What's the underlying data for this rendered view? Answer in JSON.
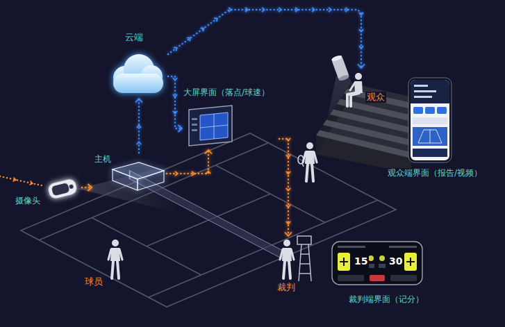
{
  "diagram": {
    "nodes": [
      {
        "text": [
          "云端"
        ]
      },
      {
        "text": [
          "大屏界面（落点/球速）"
        ]
      },
      {
        "text": [
          "主机"
        ]
      },
      {
        "text": [
          "摄像头"
        ]
      },
      {
        "text": [
          "观众"
        ]
      },
      {
        "text": [
          "观众端界面（报告/视频）"
        ]
      },
      {
        "text": [
          "球员"
        ]
      },
      {
        "text": [
          "裁判"
        ]
      },
      {
        "text": [
          "裁判端界面（记分）",
          "15",
          "30"
        ]
      }
    ],
    "edges": [
      {
        "from": 3,
        "to": 2,
        "arrow": "to"
      },
      {
        "from": 2,
        "to": 0,
        "arrow": "to"
      },
      {
        "from": 0,
        "to": 1,
        "arrow": "to"
      },
      {
        "from": 2,
        "to": 1,
        "arrow": "to"
      },
      {
        "from": 0,
        "to": 4,
        "arrow": "to"
      },
      {
        "from": 1,
        "to": 7,
        "arrow": "to"
      }
    ]
  }
}
